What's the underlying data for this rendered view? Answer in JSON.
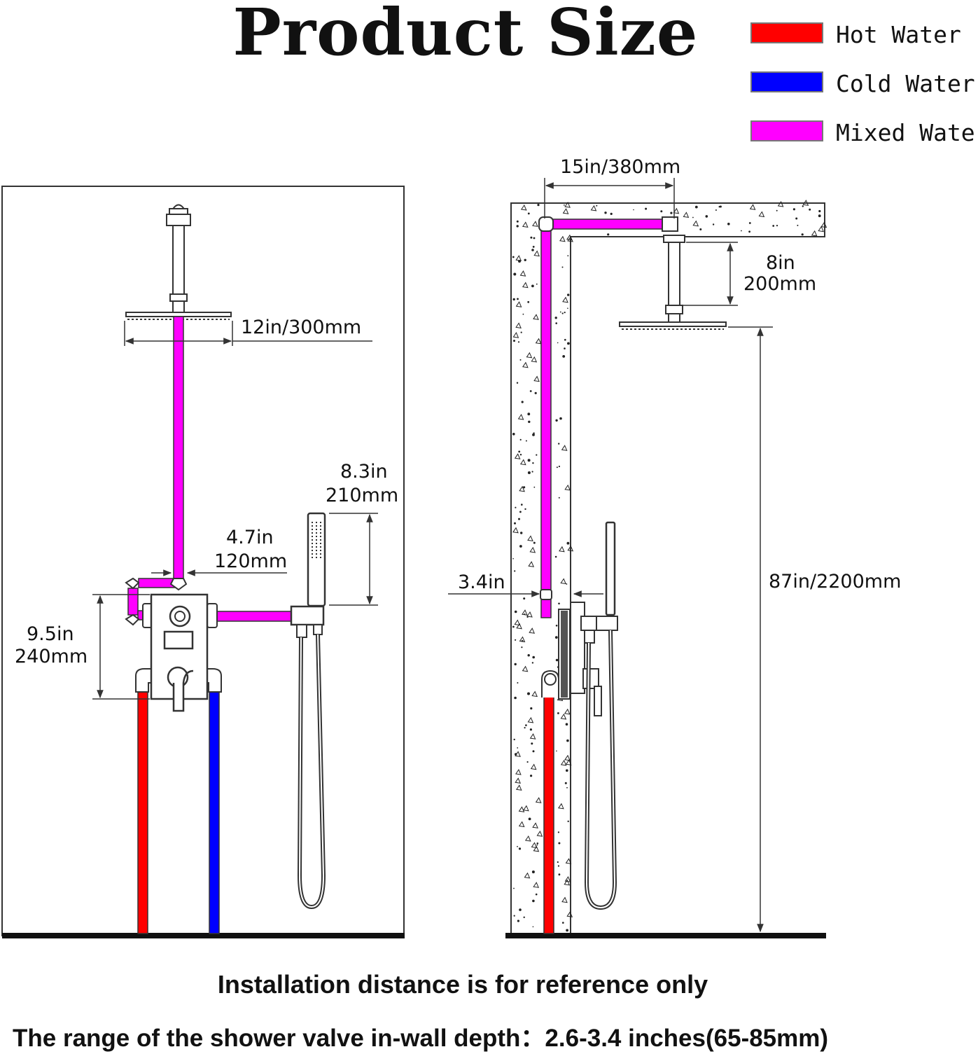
{
  "title": "Product Size",
  "legend": [
    {
      "label": "Hot Water",
      "color": "#ff0000"
    },
    {
      "label": "Cold Water",
      "color": "#0000ff"
    },
    {
      "label": "Mixed Water",
      "color": "#ff00ff"
    }
  ],
  "front_view": {
    "shower_head_width": "12in/300mm",
    "handheld_height_in": "8.3in",
    "handheld_height_mm": "210mm",
    "handheld_offset_in": "4.7in",
    "handheld_offset_mm": "120mm",
    "valve_height_in": "9.5in",
    "valve_height_mm": "240mm"
  },
  "side_view": {
    "arm_length": "15in/380mm",
    "drop_in": "8in",
    "drop_mm": "200mm",
    "wall_depth": "3.4in",
    "total_height": "87in/2200mm"
  },
  "notes": {
    "reference": "Installation distance is for reference only",
    "valve_depth": "The range of the shower valve in-wall depth：2.6-3.4 inches(65-85mm)"
  },
  "colors": {
    "hot": "#ff0000",
    "cold": "#0000ff",
    "mixed": "#ff00ff",
    "floor": "#111111"
  },
  "icons": [
    "shower-head-icon",
    "handheld-shower-icon",
    "mixing-valve-icon",
    "hose-icon",
    "shower-arm-icon"
  ]
}
